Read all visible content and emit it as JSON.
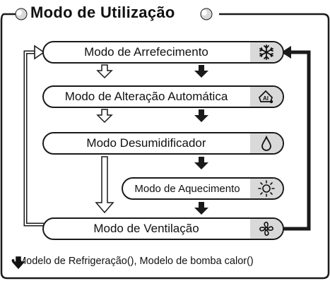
{
  "title": "Modo de Utilização",
  "modes": [
    {
      "label": "Modo de Arrefecimento",
      "icon": "snowflake-icon"
    },
    {
      "label": "Modo de Alteração Automática",
      "icon": "auto-ai-icon"
    },
    {
      "label": "Modo Desumidificador",
      "icon": "water-drop-icon"
    },
    {
      "label": "Modo de Aquecimento",
      "icon": "sun-icon"
    },
    {
      "label": "Modo de Ventilação",
      "icon": "fan-icon"
    }
  ],
  "legend": {
    "bullet": "•",
    "cooling_text": "Modelo de Refrigeração(",
    "mid_text": "), Modelo de bomba calor(",
    "end_text": ")",
    "cooling_arrow": "hollow-down-arrow-icon",
    "heatpump_arrow": "solid-down-arrow-icon"
  },
  "colors": {
    "border": "#1a1a1a",
    "icon_bg": "#d9d9d9",
    "text": "#111111"
  }
}
